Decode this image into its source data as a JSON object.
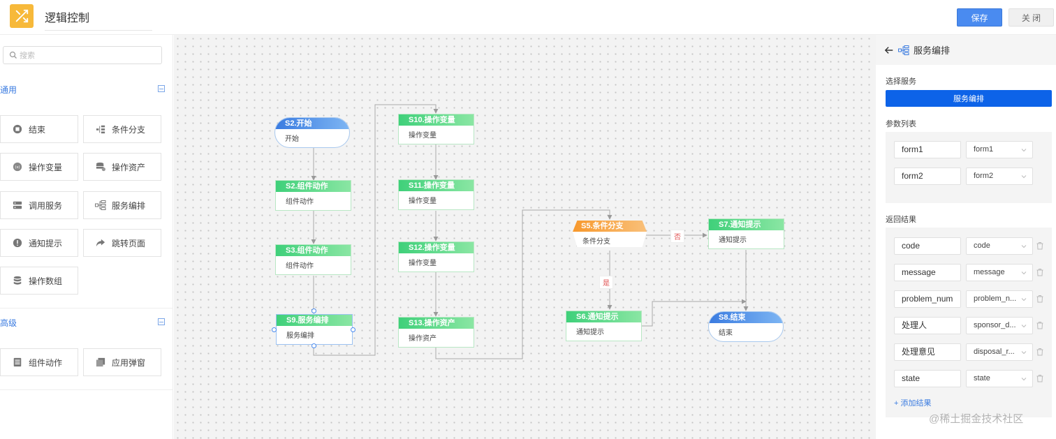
{
  "header": {
    "title": "逻辑控制",
    "save_label": "保存",
    "close_label": "关 闭"
  },
  "sidebar": {
    "search_placeholder": "搜索",
    "sections": [
      {
        "title": "通用",
        "items": [
          {
            "label": "结束",
            "icon": "stop-circle-icon"
          },
          {
            "label": "条件分支",
            "icon": "branch-icon"
          },
          {
            "label": "操作变量",
            "icon": "variable-icon"
          },
          {
            "label": "操作资产",
            "icon": "database-icon"
          },
          {
            "label": "调用服务",
            "icon": "server-icon"
          },
          {
            "label": "服务编排",
            "icon": "orchestration-icon"
          },
          {
            "label": "通知提示",
            "icon": "alert-icon"
          },
          {
            "label": "跳转页面",
            "icon": "redirect-arrow-icon"
          },
          {
            "label": "操作数组",
            "icon": "stack-icon"
          }
        ]
      },
      {
        "title": "高级",
        "items": [
          {
            "label": "组件动作",
            "icon": "document-icon"
          },
          {
            "label": "应用弹窗",
            "icon": "popup-icon"
          }
        ]
      }
    ]
  },
  "canvas": {
    "nodes": [
      {
        "id": "s2_start",
        "title": "S2.开始",
        "body": "开始"
      },
      {
        "id": "s2_comp",
        "title": "S2.组件动作",
        "body": "组件动作"
      },
      {
        "id": "s3_comp",
        "title": "S3.组件动作",
        "body": "组件动作"
      },
      {
        "id": "s9",
        "title": "S9.服务编排",
        "body": "服务编排"
      },
      {
        "id": "s10",
        "title": "S10.操作变量",
        "body": "操作变量"
      },
      {
        "id": "s11",
        "title": "S11.操作变量",
        "body": "操作变量"
      },
      {
        "id": "s12",
        "title": "S12.操作变量",
        "body": "操作变量"
      },
      {
        "id": "s13",
        "title": "S13.操作资产",
        "body": "操作资产"
      },
      {
        "id": "s5",
        "title": "S5.条件分支",
        "body": "条件分支"
      },
      {
        "id": "s6",
        "title": "S6.通知提示",
        "body": "通知提示"
      },
      {
        "id": "s7",
        "title": "S7.通知提示",
        "body": "通知提示"
      },
      {
        "id": "s8",
        "title": "S8.结束",
        "body": "结束"
      }
    ],
    "edge_labels": {
      "no": "否",
      "yes": "是"
    }
  },
  "panel": {
    "title": "服务编排",
    "select_service_label": "选择服务",
    "service_button": "服务编排",
    "params_label": "参数列表",
    "params": [
      {
        "name": "form1",
        "value": "form1"
      },
      {
        "name": "form2",
        "value": "form2"
      }
    ],
    "results_label": "返回结果",
    "results": [
      {
        "name": "code",
        "value": "code"
      },
      {
        "name": "message",
        "value": "message"
      },
      {
        "name": "problem_num",
        "value": "problem_n..."
      },
      {
        "name": "处理人",
        "value": "sponsor_d..."
      },
      {
        "name": "处理意见",
        "value": "disposal_r..."
      },
      {
        "name": "state",
        "value": "state"
      }
    ],
    "add_result": "+ 添加结果"
  },
  "watermark": "@稀土掘金技术社区",
  "colors": {
    "primary": "#4a8bf0",
    "node_green": "#3fd07a",
    "node_blue": "#3a7be0",
    "node_orange": "#f7982c",
    "logo_yellow": "#f7b93a"
  }
}
